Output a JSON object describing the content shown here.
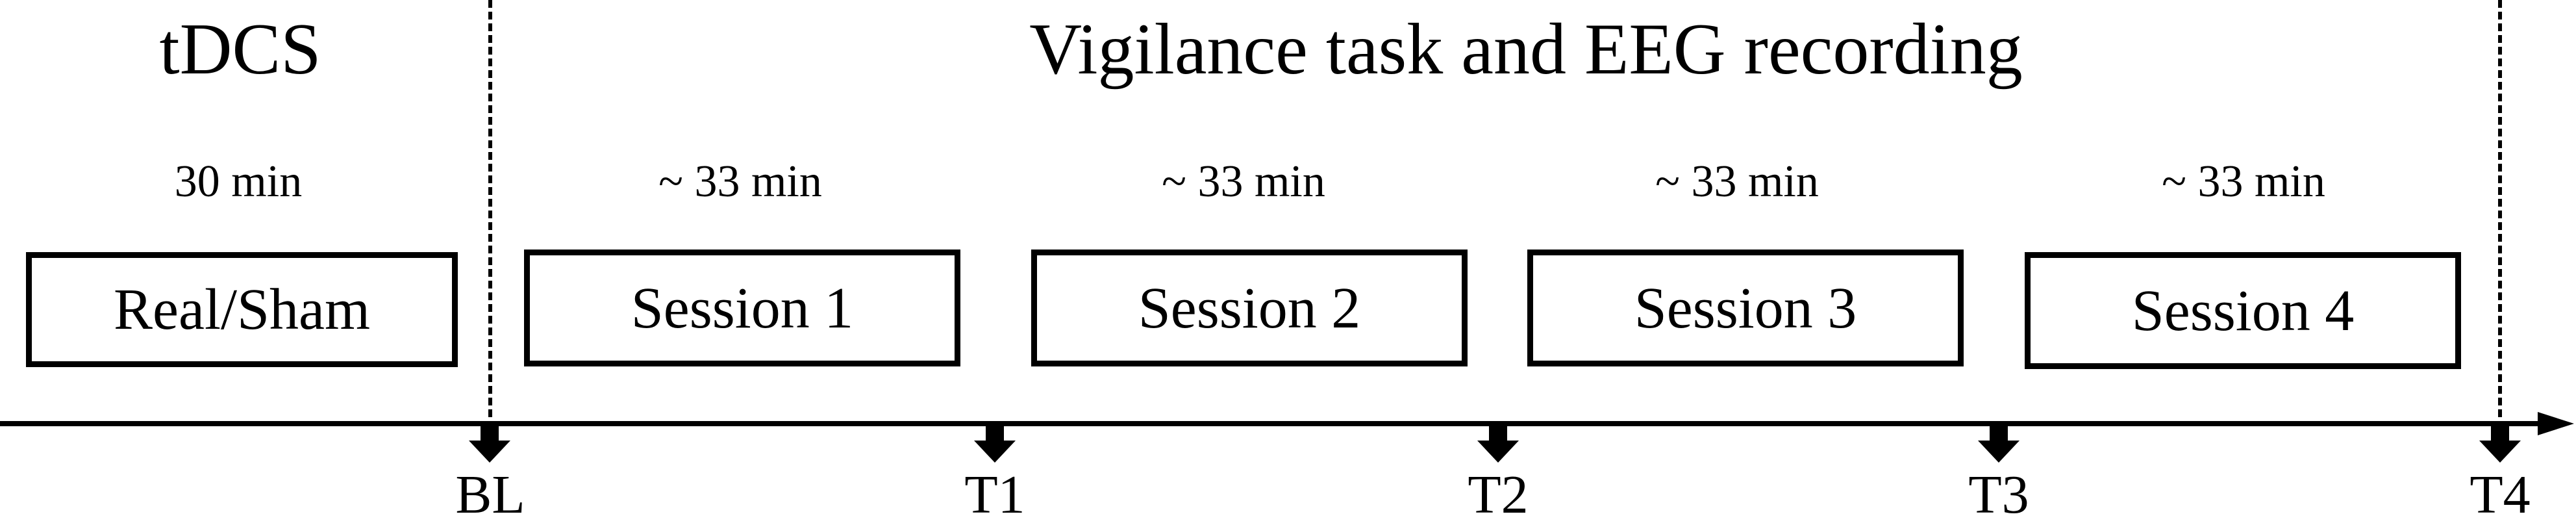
{
  "phases": {
    "tdcs_title": "tDCS",
    "task_title": "Vigilance task and EEG recording"
  },
  "blocks": [
    {
      "duration": "30 min",
      "label": "Real/Sham"
    },
    {
      "duration": "~ 33 min",
      "label": "Session 1"
    },
    {
      "duration": "~ 33 min",
      "label": "Session 2"
    },
    {
      "duration": "~ 33 min",
      "label": "Session 3"
    },
    {
      "duration": "~ 33 min",
      "label": "Session 4"
    }
  ],
  "timepoints": [
    "BL",
    "T1",
    "T2",
    "T3",
    "T4"
  ]
}
